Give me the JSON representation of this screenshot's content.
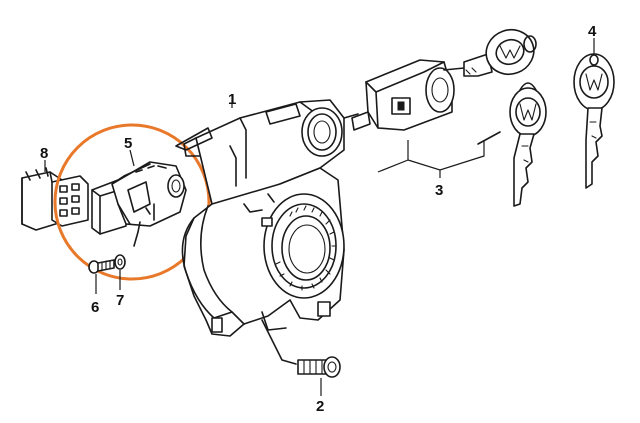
{
  "diagram": {
    "highlight_color": "#e8782a",
    "line_color": "#1a1a1a",
    "background_color": "#ffffff",
    "labels": [
      {
        "id": "label-1",
        "text": "1"
      },
      {
        "id": "label-2",
        "text": "2"
      },
      {
        "id": "label-3",
        "text": "3"
      },
      {
        "id": "label-4",
        "text": "4"
      },
      {
        "id": "label-5",
        "text": "5"
      },
      {
        "id": "label-6",
        "text": "6"
      },
      {
        "id": "label-7",
        "text": "7"
      },
      {
        "id": "label-8",
        "text": "8"
      }
    ],
    "parts": {
      "housing": {
        "number": "1"
      },
      "bolt": {
        "number": "2"
      },
      "lock_cylinder_with_keys": {
        "number": "3"
      },
      "key": {
        "number": "4"
      },
      "ignition_switch": {
        "number": "5"
      },
      "screw": {
        "number": "6"
      },
      "lock_washer": {
        "number": "7"
      },
      "connector": {
        "number": "8"
      }
    },
    "icons": [
      "vw-logo-icon"
    ]
  }
}
